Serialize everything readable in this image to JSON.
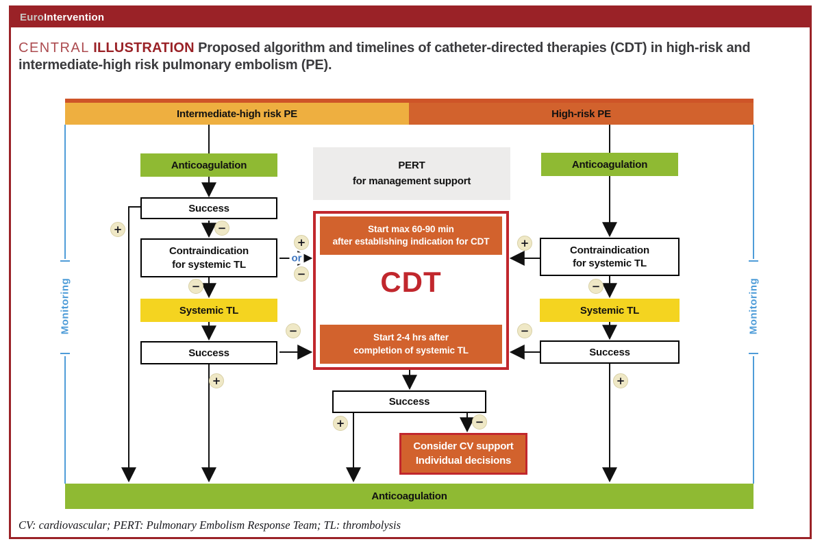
{
  "window": {
    "journal_prefix": "Euro",
    "journal_suffix": "Intervention"
  },
  "title": {
    "kicker_light": "CENTRAL",
    "kicker_bold": "ILLUSTRATION",
    "line1": "Proposed algorithm and timelines of catheter-directed therapies (CDT) in high-risk and",
    "line2": "intermediate-high risk pulmonary embolism (PE)."
  },
  "risk_bars": {
    "intermediate": "Intermediate-high risk PE",
    "high": "High-risk PE"
  },
  "left_pathway": {
    "anticoagulation": "Anticoagulation",
    "success_1": "Success",
    "contraindication": "Contraindication\nfor systemic TL",
    "systemic_tl": "Systemic TL",
    "success_2": "Success"
  },
  "right_pathway": {
    "anticoagulation": "Anticoagulation",
    "contraindication": "Contraindication\nfor systemic TL",
    "systemic_tl": "Systemic TL",
    "success": "Success"
  },
  "center": {
    "pert": "PERT\nfor management support",
    "cdt_top": "Start max 60-90 min\nafter establishing indication for CDT",
    "cdt": "CDT",
    "cdt_bottom": "Start 2-4 hrs after\ncompletion of systemic TL",
    "success": "Success",
    "cv_support": "Consider CV support\nIndividual decisions"
  },
  "bottom": {
    "anticoagulation": "Anticoagulation"
  },
  "side_labels": {
    "monitoring_left": "Monitoring",
    "monitoring_right": "Monitoring"
  },
  "connectors": {
    "or_label": "or",
    "plus": "+",
    "minus": "−"
  },
  "footnote": "CV: cardiovascular; PERT: Pulmonary Embolism Response Team; TL: thrombolysis",
  "colors": {
    "header_red": "#9A2227",
    "accent_red": "#C1272D",
    "orange": "#D2622D",
    "amber": "#EEAF40",
    "green": "#8FBA33",
    "yellow": "#F4D420",
    "pert_gray": "#EDECEB",
    "monitor_blue": "#4E9CD8",
    "badge_fill": "#EFE8C6"
  }
}
